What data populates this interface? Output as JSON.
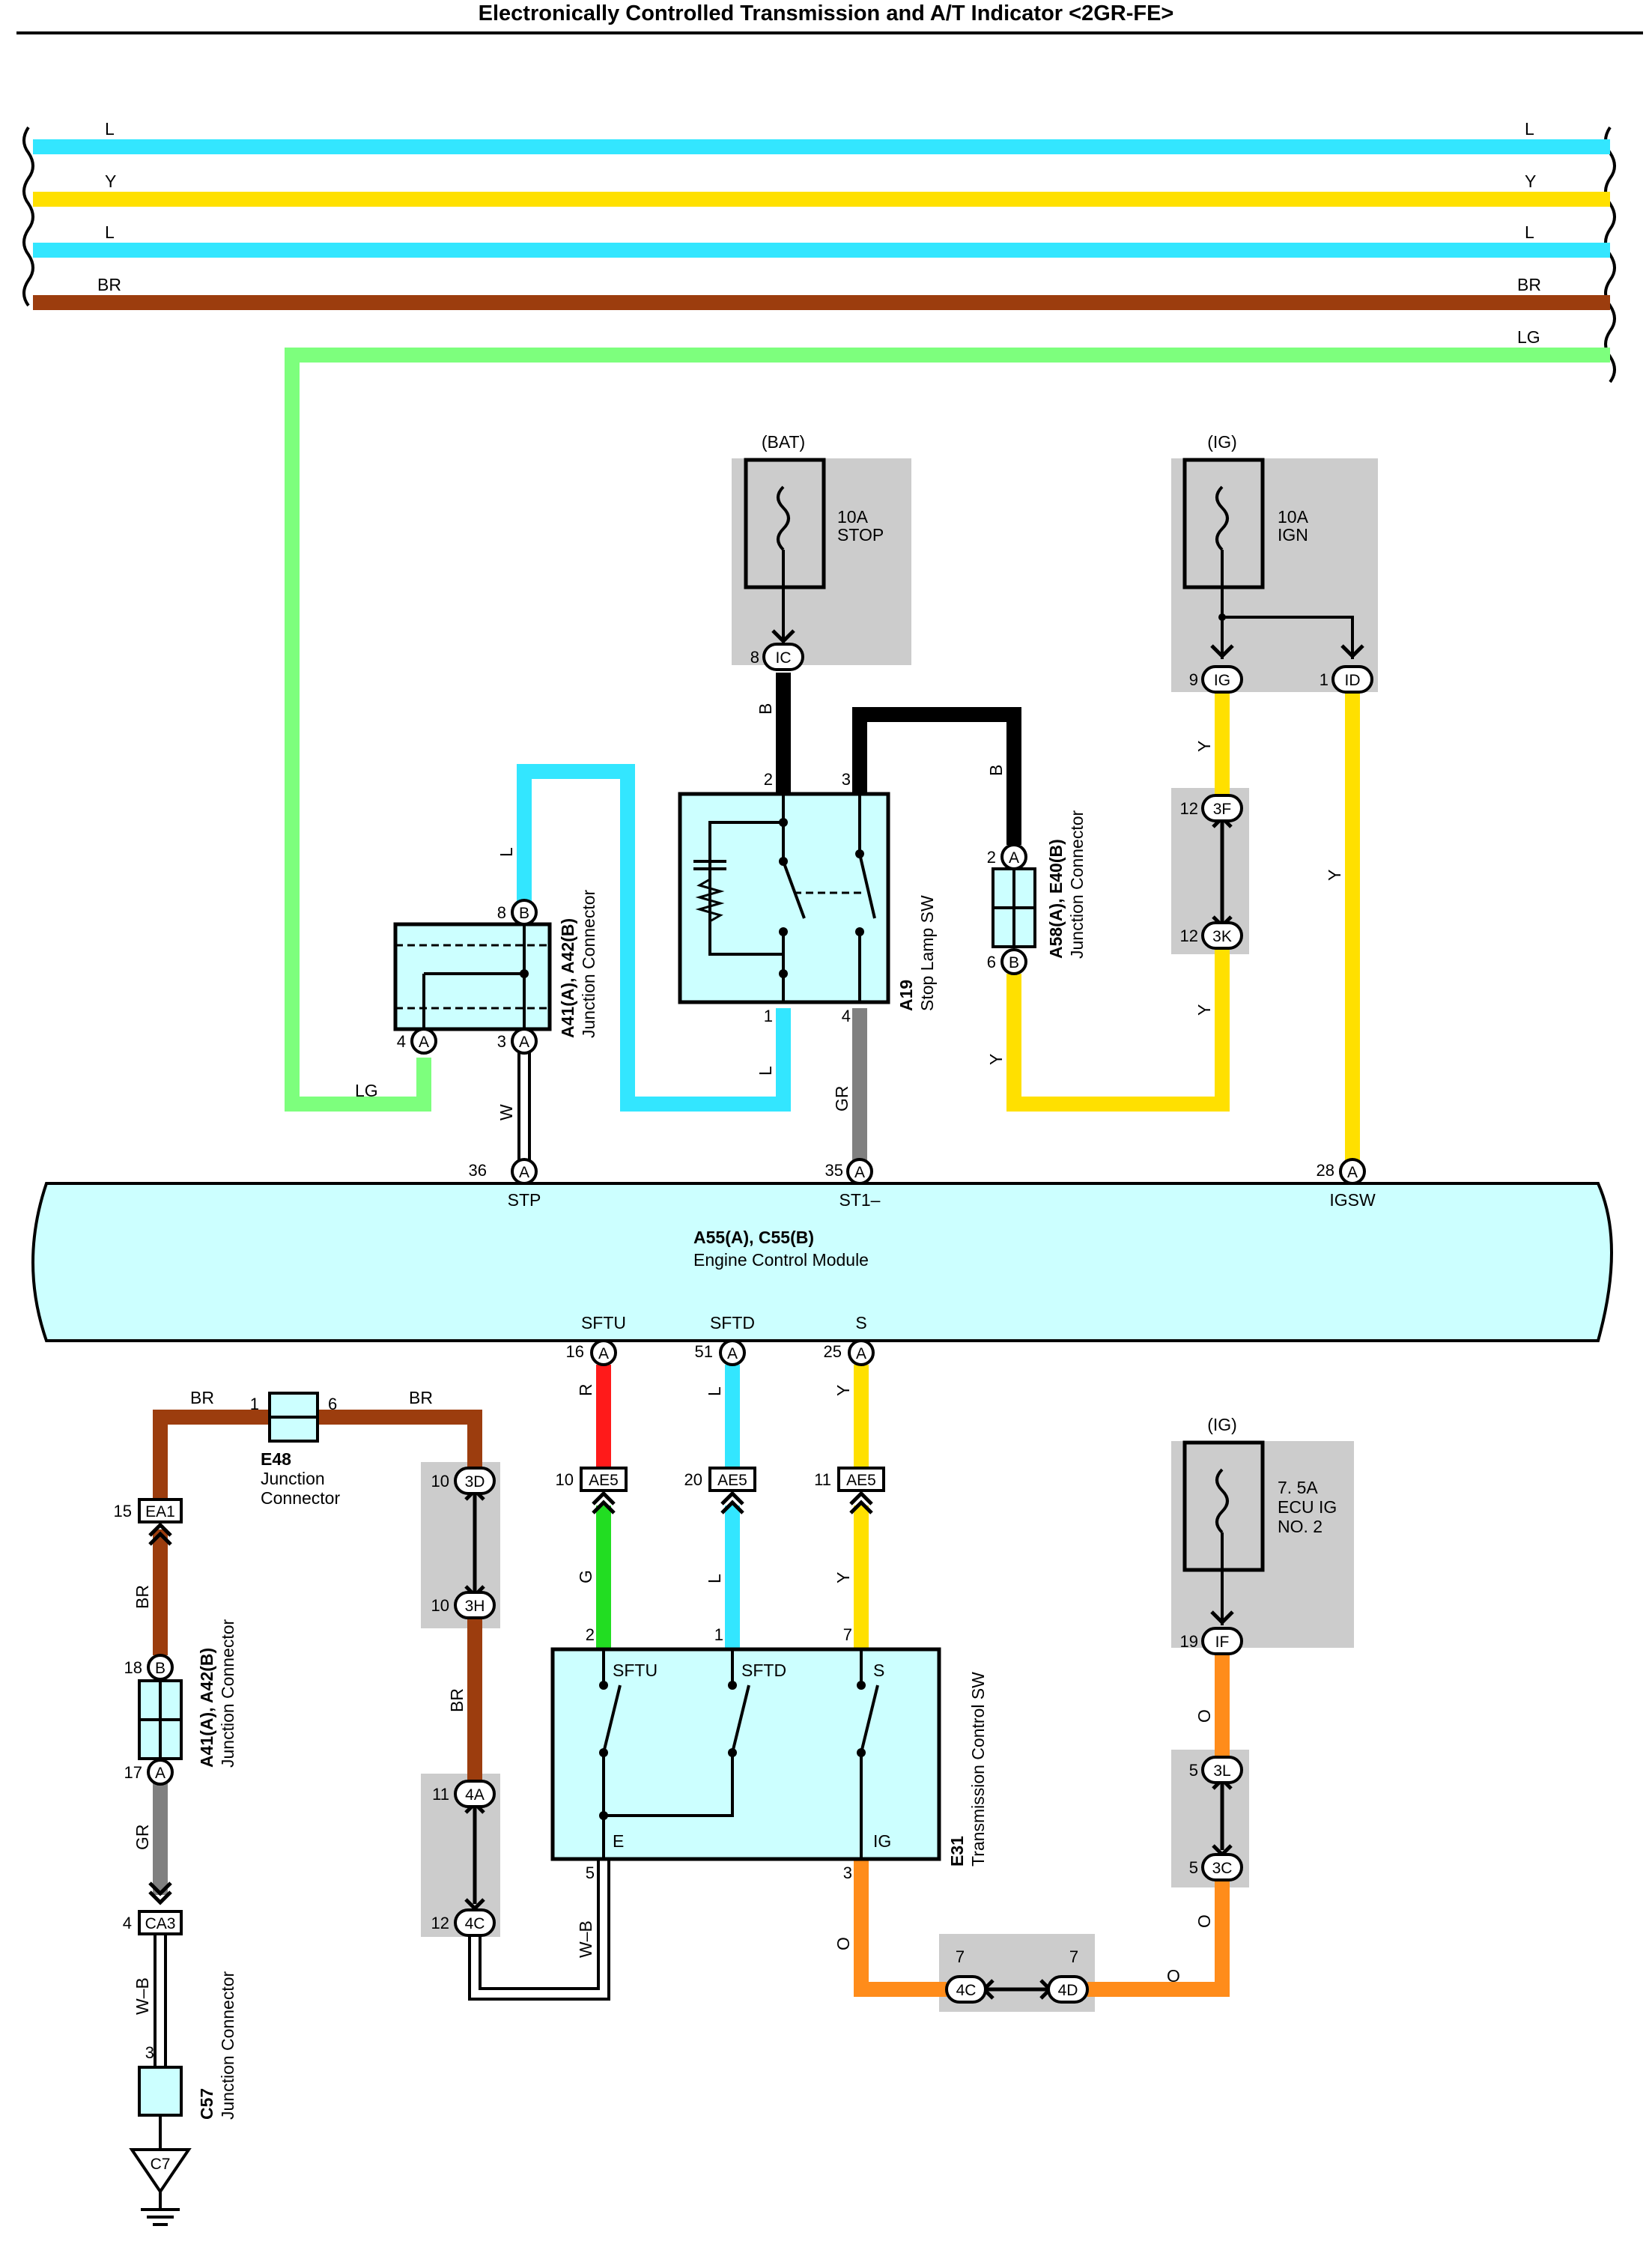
{
  "title": "Electronically Controlled Transmission and A/T Indicator <2GR-FE>",
  "colors": {
    "L": "#33e6ff",
    "Y": "#ffe000",
    "BR": "#9c3d0e",
    "LG": "#7dff7d",
    "B": "#000000",
    "GR": "#808080",
    "R": "#ff1a1a",
    "G": "#22dd22",
    "O": "#ff8c1a",
    "W": "#ffffff",
    "component_fill": "#ccffff",
    "junction_shade": "#cccccc"
  },
  "bus_wires": {
    "l1": "L",
    "y": "Y",
    "l2": "L",
    "br": "BR",
    "lg": "LG"
  },
  "fuses": {
    "bat": {
      "source": "(BAT)",
      "rating": "10A",
      "name": "STOP"
    },
    "ig1": {
      "source": "(IG)",
      "rating": "10A",
      "name": "IGN"
    },
    "ig2": {
      "source": "(IG)",
      "rating": "7. 5A",
      "name1": "ECU IG",
      "name2": "NO. 2"
    }
  },
  "components": {
    "a19": {
      "id": "A19",
      "name": "Stop Lamp SW"
    },
    "jc_a41": {
      "id": "A41(A), A42(B)",
      "name": "Junction Connector"
    },
    "jc_a58": {
      "id": "A58(A), E40(B)",
      "name": "Junction Connector"
    },
    "ecm": {
      "id": "A55(A), C55(B)",
      "name": "Engine Control Module"
    },
    "e48": {
      "id": "E48",
      "name1": "Junction",
      "name2": "Connector"
    },
    "e31": {
      "id": "E31",
      "name": "Transmission Control SW"
    },
    "c57": {
      "id": "C57",
      "name": "Junction Connector"
    },
    "c7": {
      "id": "C7"
    }
  },
  "ecm_pins": {
    "stp": {
      "num": "36",
      "conn": "A",
      "name": "STP"
    },
    "st1": {
      "num": "35",
      "conn": "A",
      "name": "ST1–"
    },
    "igsw": {
      "num": "28",
      "conn": "A",
      "name": "IGSW"
    },
    "sftu": {
      "num": "16",
      "conn": "A",
      "name": "SFTU"
    },
    "sftd": {
      "num": "51",
      "conn": "A",
      "name": "SFTD"
    },
    "s": {
      "num": "25",
      "conn": "A",
      "name": "S"
    }
  },
  "connectors": {
    "ic": {
      "num": "8",
      "tag": "IC"
    },
    "ig": {
      "num": "9",
      "tag": "IG"
    },
    "id": {
      "num": "1",
      "tag": "ID"
    },
    "f3": {
      "num": "12",
      "tag": "3F"
    },
    "k3": {
      "num": "12",
      "tag": "3K"
    },
    "d3": {
      "num": "10",
      "tag": "3D"
    },
    "h3": {
      "num": "10",
      "tag": "3H"
    },
    "a4": {
      "num": "11",
      "tag": "4A"
    },
    "c4": {
      "num": "12",
      "tag": "4C"
    },
    "ae5a": {
      "num": "10",
      "tag": "AE5"
    },
    "ae5b": {
      "num": "20",
      "tag": "AE5"
    },
    "ae5c": {
      "num": "11",
      "tag": "AE5"
    },
    "ea1": {
      "num": "15",
      "tag": "EA1"
    },
    "ca3": {
      "num": "4",
      "tag": "CA3"
    },
    "if": {
      "num": "19",
      "tag": "IF"
    },
    "l3": {
      "num": "5",
      "tag": "3L"
    },
    "c3": {
      "num": "5",
      "tag": "3C"
    },
    "c4b": {
      "num": "7",
      "tag": "4C"
    },
    "d4": {
      "num": "7",
      "tag": "4D"
    }
  },
  "pins": {
    "a41_8": {
      "num": "8",
      "conn": "B"
    },
    "a41_4": {
      "num": "4",
      "conn": "A"
    },
    "a41_3": {
      "num": "3",
      "conn": "A"
    },
    "a19_2": "2",
    "a19_3": "3",
    "a19_1": "1",
    "a19_4": "4",
    "a58_2": {
      "num": "2",
      "conn": "A"
    },
    "a58_6": {
      "num": "6",
      "conn": "B"
    },
    "e48_1": "1",
    "e48_6": "6",
    "a41b_18": {
      "num": "18",
      "conn": "B"
    },
    "a41b_17": {
      "num": "17",
      "conn": "A"
    },
    "e31_2": "2",
    "e31_1": "1",
    "e31_7": "7",
    "e31_5": "5",
    "e31_3": "3",
    "c57_3": "3"
  },
  "e31_terms": {
    "sftu": "SFTU",
    "sftd": "SFTD",
    "s": "S",
    "e": "E",
    "ig": "IG"
  },
  "wire_labels": {
    "b1": "B",
    "b2": "B",
    "l_a41": "L",
    "l_a19": "L",
    "lg": "LG",
    "w": "W",
    "gr": "GR",
    "y1": "Y",
    "y2": "Y",
    "y3": "Y",
    "y4": "Y",
    "r": "R",
    "l_up": "L",
    "y_up": "Y",
    "g": "G",
    "l_lo": "L",
    "y_lo": "Y",
    "br1": "BR",
    "br2": "BR",
    "br3": "BR",
    "br4": "BR",
    "gr2": "GR",
    "wb1": "W–B",
    "wb2": "W–B",
    "o1": "O",
    "o2": "O",
    "o3": "O",
    "o4": "O"
  }
}
